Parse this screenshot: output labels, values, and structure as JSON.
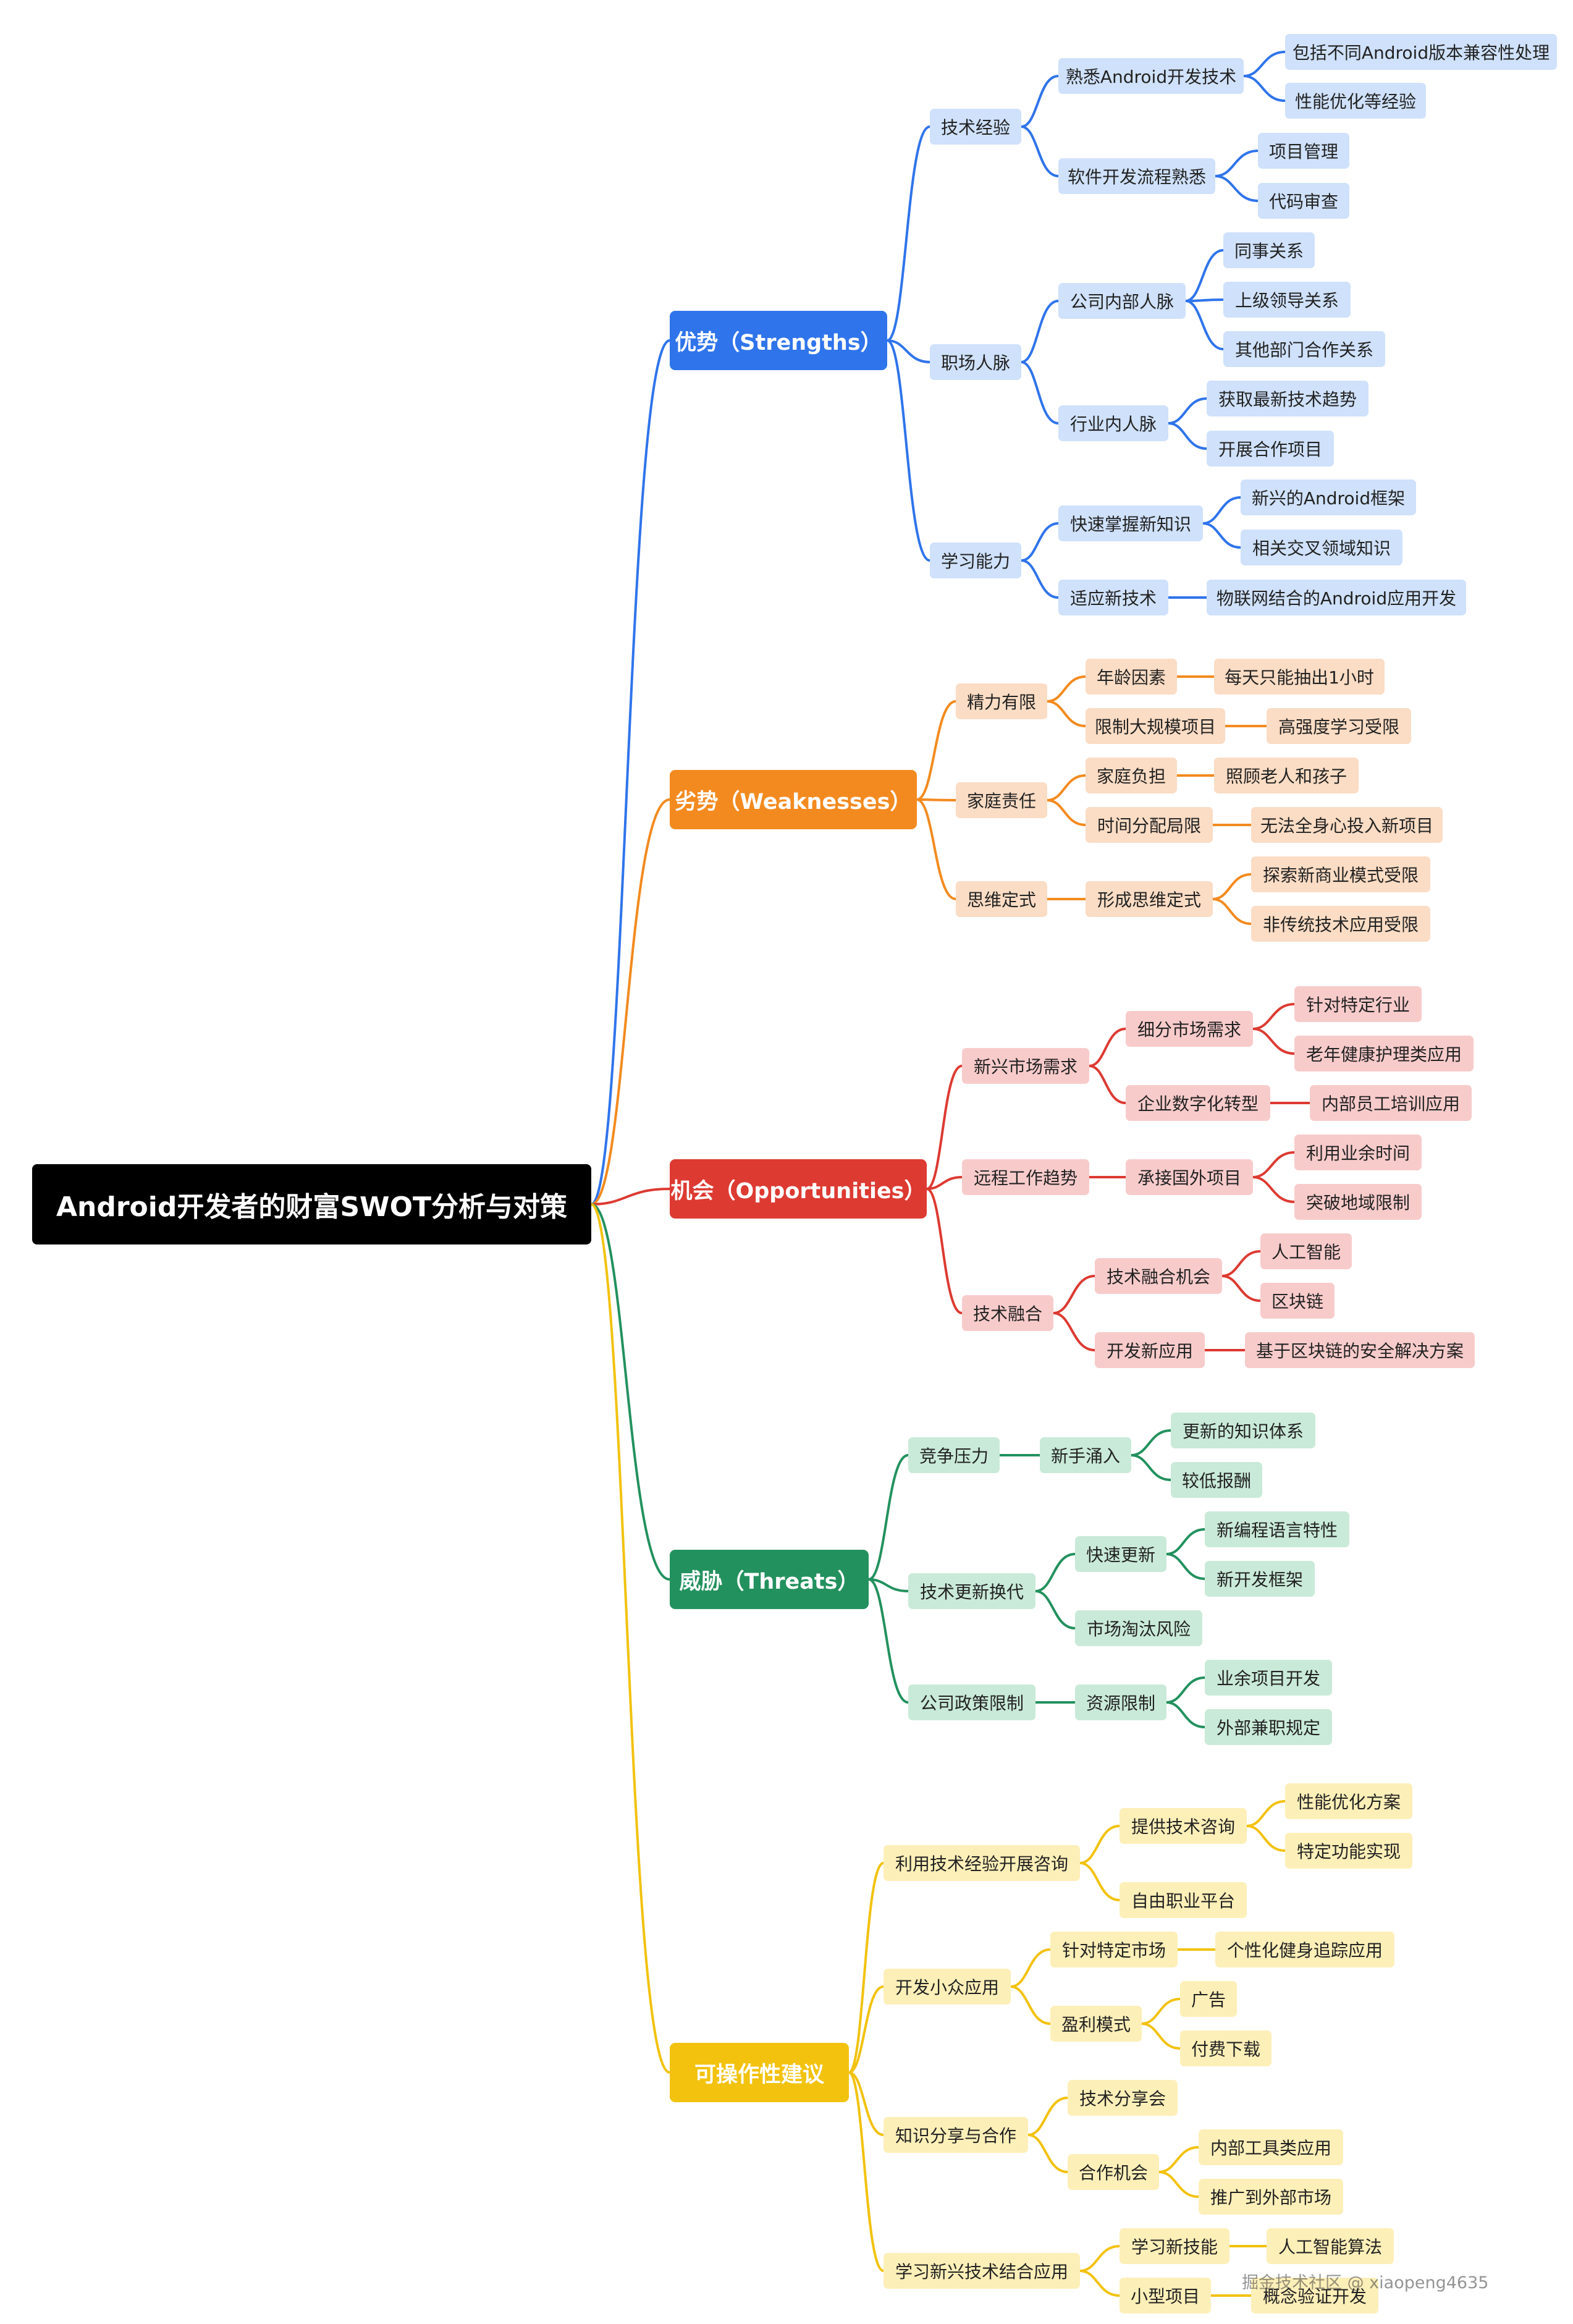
{
  "root": {
    "label": "Android开发者的财富SWOT分析与对策"
  },
  "branches": {
    "strengths": {
      "label": "优势（Strengths）",
      "color": "#2f74eb",
      "light": "#cfe1fb",
      "items": {
        "tech": {
          "label": "技术经验",
          "android": {
            "label": "熟悉Android开发技术",
            "compat": "包括不同Android版本兼容性处理",
            "perf": "性能优化等经验"
          },
          "process": {
            "label": "软件开发流程熟悉",
            "pm": "项目管理",
            "review": "代码审查"
          }
        },
        "network": {
          "label": "职场人脉",
          "internal": {
            "label": "公司内部人脉",
            "peers": "同事关系",
            "boss": "上级领导关系",
            "other": "其他部门合作关系"
          },
          "industry": {
            "label": "行业内人脉",
            "trends": "获取最新技术趋势",
            "projects": "开展合作项目"
          }
        },
        "learning": {
          "label": "学习能力",
          "fast": {
            "label": "快速掌握新知识",
            "framework": "新兴的Android框架",
            "cross": "相关交叉领域知识"
          },
          "adapt": {
            "label": "适应新技术",
            "iot": "物联网结合的Android应用开发"
          }
        }
      }
    },
    "weaknesses": {
      "label": "劣势（Weaknesses）",
      "color": "#f38a1f",
      "light": "#fbdcc4",
      "items": {
        "energy": {
          "label": "精力有限",
          "age": {
            "label": "年龄因素",
            "hour": "每天只能抽出1小时"
          },
          "limit": {
            "label": "限制大规模项目",
            "intense": "高强度学习受限"
          }
        },
        "family": {
          "label": "家庭责任",
          "burden": {
            "label": "家庭负担",
            "care": "照顾老人和孩子"
          },
          "time": {
            "label": "时间分配局限",
            "focus": "无法全身心投入新项目"
          }
        },
        "mindset": {
          "label": "思维定式",
          "fixed": {
            "label": "形成思维定式",
            "biz": "探索新商业模式受限",
            "nontrad": "非传统技术应用受限"
          }
        }
      }
    },
    "opportunities": {
      "label": "机会（Opportunities）",
      "color": "#dd3a32",
      "light": "#f8cbcb",
      "items": {
        "market": {
          "label": "新兴市场需求",
          "niche": {
            "label": "细分市场需求",
            "industry": "针对特定行业",
            "elderly": "老年健康护理类应用"
          },
          "digital": {
            "label": "企业数字化转型",
            "training": "内部员工培训应用"
          }
        },
        "remote": {
          "label": "远程工作趋势",
          "overseas": {
            "label": "承接国外项目",
            "spare": "利用业余时间",
            "geo": "突破地域限制"
          }
        },
        "fusion": {
          "label": "技术融合",
          "chance": {
            "label": "技术融合机会",
            "ai": "人工智能",
            "chain": "区块链"
          },
          "newapp": {
            "label": "开发新应用",
            "security": "基于区块链的安全解决方案"
          }
        }
      }
    },
    "threats": {
      "label": "威胁（Threats）",
      "color": "#23915e",
      "light": "#c9ead8",
      "items": {
        "competition": {
          "label": "竞争压力",
          "newcomers": {
            "label": "新手涌入",
            "knowledge": "更新的知识体系",
            "pay": "较低报酬"
          }
        },
        "update": {
          "label": "技术更新换代",
          "fastupdate": {
            "label": "快速更新",
            "lang": "新编程语言特性",
            "fw": "新开发框架"
          },
          "risk": {
            "label": "市场淘汰风险"
          }
        },
        "policy": {
          "label": "公司政策限制",
          "resource": {
            "label": "资源限制",
            "side": "业余项目开发",
            "outside": "外部兼职规定"
          }
        }
      }
    },
    "actions": {
      "label": "可操作性建议",
      "color": "#f2c20f",
      "light": "#fdefb8",
      "items": {
        "consult": {
          "label": "利用技术经验开展咨询",
          "provide": {
            "label": "提供技术咨询",
            "perfplan": "性能优化方案",
            "feature": "特定功能实现"
          },
          "freelance": {
            "label": "自由职业平台"
          }
        },
        "niche": {
          "label": "开发小众应用",
          "target": {
            "label": "针对特定市场",
            "fitness": "个性化健身追踪应用"
          },
          "profit": {
            "label": "盈利模式",
            "ads": "广告",
            "paid": "付费下载"
          }
        },
        "share": {
          "label": "知识分享与合作",
          "talk": {
            "label": "技术分享会"
          },
          "coop": {
            "label": "合作机会",
            "tools": "内部工具类应用",
            "promote": "推广到外部市场"
          }
        },
        "learn": {
          "label": "学习新兴技术结合应用",
          "skills": {
            "label": "学习新技能",
            "algo": "人工智能算法"
          },
          "small": {
            "label": "小型项目",
            "poc": "概念验证开发"
          }
        }
      }
    }
  },
  "watermark": "掘金技术社区 @ xiaopeng4635"
}
